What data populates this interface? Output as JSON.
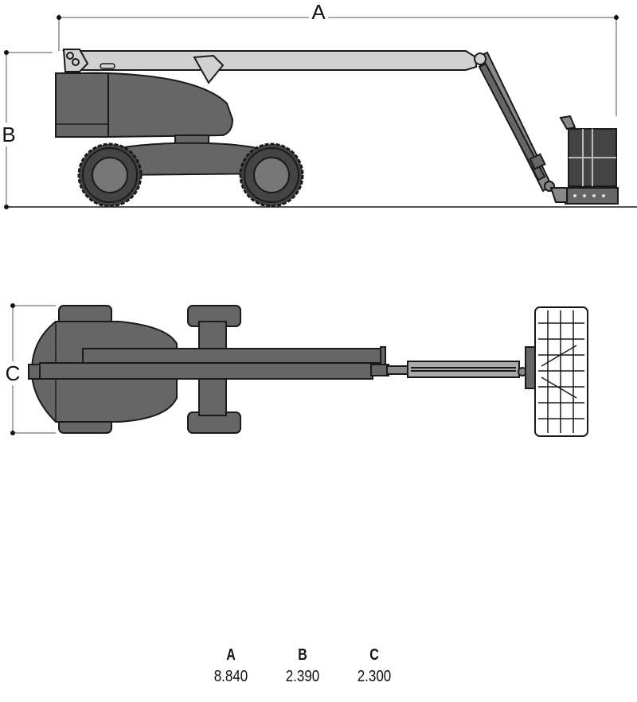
{
  "dimensions": [
    {
      "label": "A",
      "value": "8.840"
    },
    {
      "label": "B",
      "value": "2.390"
    },
    {
      "label": "C",
      "value": "2.300"
    }
  ],
  "colors": {
    "body": "#666666",
    "boom": "#d1d1d1",
    "outline": "#1a1a1a",
    "tire": "#444444",
    "rim": "#777777"
  }
}
